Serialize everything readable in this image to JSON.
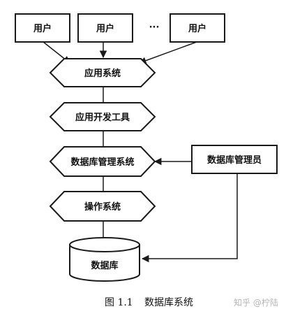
{
  "nodes": {
    "user_1": "用户",
    "user_2": "用户",
    "ellipsis": "···",
    "user_3": "用户",
    "application_system": "应用系统",
    "app_dev_tools": "应用开发工具",
    "dbms": "数据库管理系统",
    "dba": "数据库管理员",
    "operating_system": "操作系统",
    "database": "数据库"
  },
  "caption": {
    "figure_number": "图 1.1",
    "title": "数据库系统"
  },
  "watermark": "知乎 @柠陆"
}
